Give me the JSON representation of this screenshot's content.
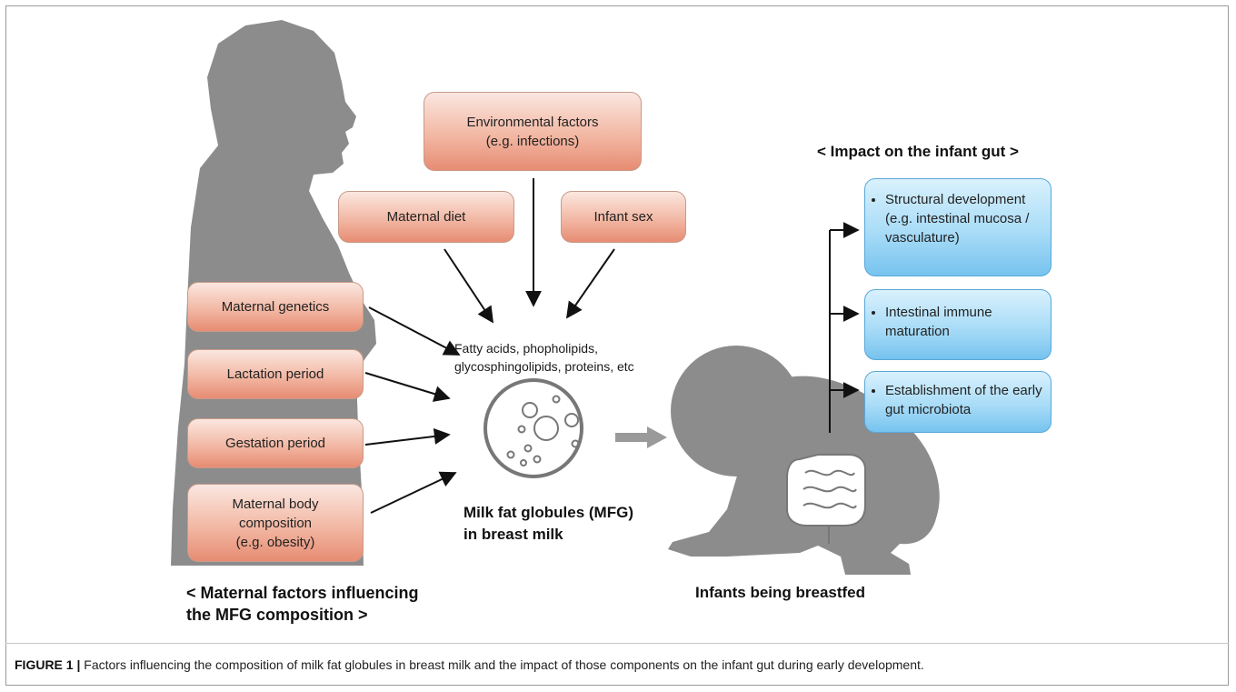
{
  "colors": {
    "silhouette": "#8c8c8c",
    "factor_box": "#f2b8a4",
    "impact_box": "#a9dcf7",
    "arrow": "#111111"
  },
  "maternal_factors": {
    "environmental": "Environmental factors",
    "environmental_note": "(e.g. infections)",
    "diet": "Maternal diet",
    "infant_sex": "Infant sex",
    "genetics": "Maternal genetics",
    "lactation": "Lactation period",
    "gestation": "Gestation period",
    "body_comp_1": "Maternal body",
    "body_comp_2": "composition",
    "body_comp_3": "(e.g. obesity)"
  },
  "components": {
    "line1": "Fatty acids, phopholipids,",
    "line2": "glycosphingolipids, proteins, etc"
  },
  "mfg": {
    "line1": "Milk fat globules (MFG)",
    "line2": "in breast milk"
  },
  "infant_label": "Infants being breastfed",
  "maternal_heading": {
    "line1": "< Maternal factors influencing",
    "line2": "the MFG composition >"
  },
  "impact_heading": "< Impact on the infant gut >",
  "impacts": [
    "Structural development (e.g. intestinal mucosa / vasculature)",
    "Intestinal immune maturation",
    "Establishment of the early gut microbiota"
  ],
  "caption": {
    "label": "FIGURE 1 |",
    "text": " Factors influencing the composition of milk fat globules in breast milk and the impact of those components on the infant gut during early development."
  }
}
